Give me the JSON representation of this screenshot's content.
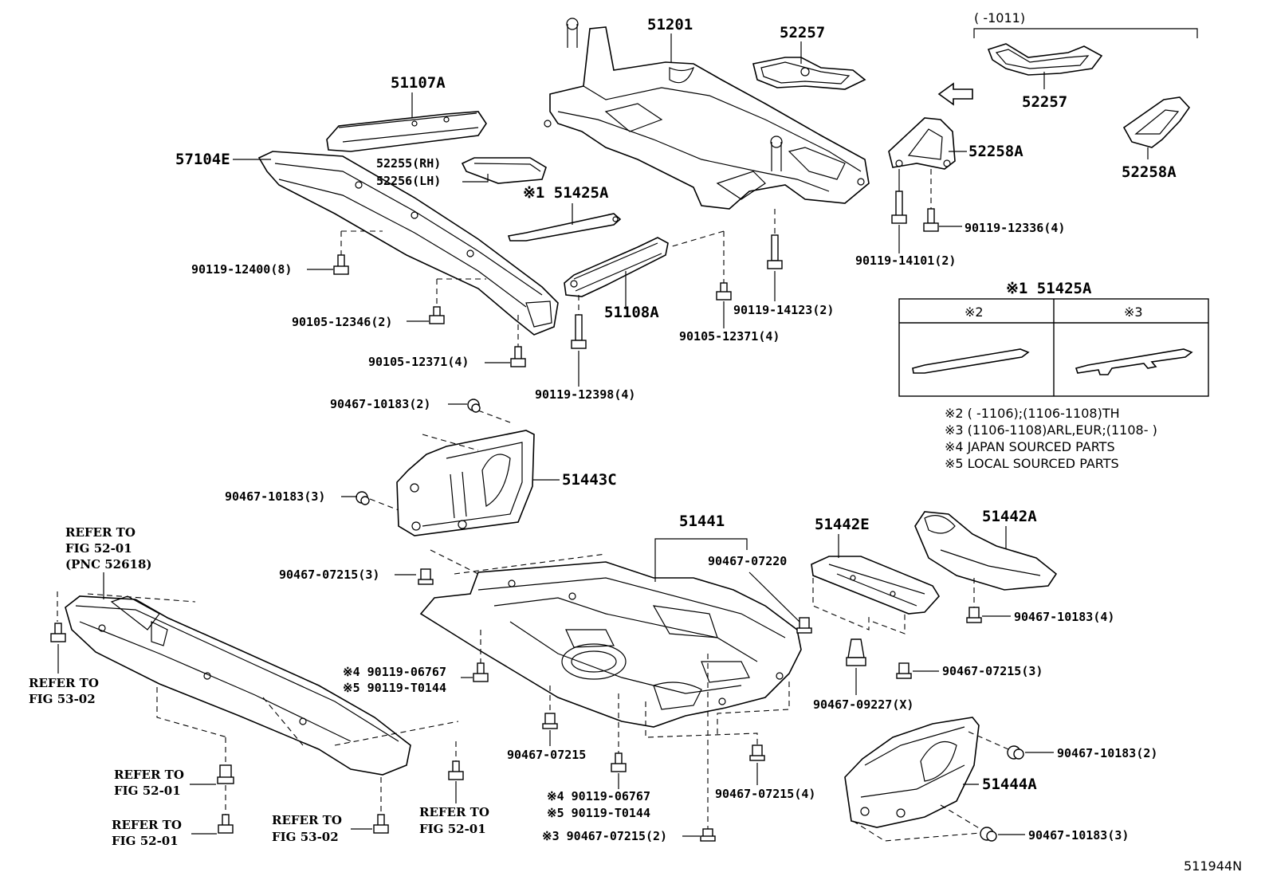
{
  "diagram_id": "511944N",
  "parts": {
    "p51201": "51201",
    "p52257_main": "52257",
    "p52257_alt": "52257",
    "p52257_range": "(      -1011)",
    "p52258A_main": "52258A",
    "p52258A_alt": "52258A",
    "p51107A": "51107A",
    "p57104E": "57104E",
    "p52255": "52255(RH)",
    "p52256": "52256(LH)",
    "p51425A": "※1 51425A",
    "p90119_12400": "90119-12400(8)",
    "p90105_12346": "90105-12346(2)",
    "p90105_12371_l": "90105-12371(4)",
    "p51108A": "51108A",
    "p90119_12398": "90119-12398(4)",
    "p90105_12371_r": "90105-12371(4)",
    "p90119_14123": "90119-14123(2)",
    "p90119_14101": "90119-14101(2)",
    "p90119_12336": "90119-12336(4)",
    "p90467_10183_a": "90467-10183(2)",
    "p90467_10183_b": "90467-10183(3)",
    "p51443C": "51443C",
    "p51441": "51441",
    "p90467_07220": "90467-07220",
    "p51442E": "51442E",
    "p51442A": "51442A",
    "p90467_07215_a": "90467-07215(3)",
    "p90467_10183_c": "90467-10183(4)",
    "p90467_07215_b": "90467-07215(3)",
    "p90467_09227": "90467-09227(X)",
    "p90119_06767_a": "※4 90119-06767",
    "p90119_T0144_a": "※5 90119-T0144",
    "p90467_07215_c": "90467-07215",
    "p90119_06767_b": "※4 90119-06767",
    "p90119_T0144_b": "※5 90119-T0144",
    "p90467_07215_d": "※3 90467-07215(2)",
    "p90467_07215_e": "90467-07215(4)",
    "p90467_10183_d": "90467-10183(2)",
    "p51444A": "51444A",
    "p90467_10183_e": "90467-10183(3)"
  },
  "references": {
    "ref_top_1": "REFER TO",
    "ref_top_2": "FIG 52-01",
    "ref_top_3": "(PNC 52618)",
    "ref_left_1": "REFER TO",
    "ref_left_2": "FIG 53-02",
    "ref_b1_1": "REFER TO",
    "ref_b1_2": "FIG 52-01",
    "ref_b2_1": "REFER TO",
    "ref_b2_2": "FIG 52-01",
    "ref_b3_1": "REFER TO",
    "ref_b3_2": "FIG 53-02",
    "ref_b4_1": "REFER TO",
    "ref_b4_2": "FIG 52-01"
  },
  "variant_box": {
    "title": "※1 51425A",
    "col2": "※2",
    "col3": "※3"
  },
  "notes": [
    "※2 (        -1106);(1106-1108)TH",
    "※3 (1106-1108)ARL,EUR;(1108-        )",
    "※4 JAPAN SOURCED PARTS",
    "※5 LOCAL SOURCED PARTS"
  ]
}
